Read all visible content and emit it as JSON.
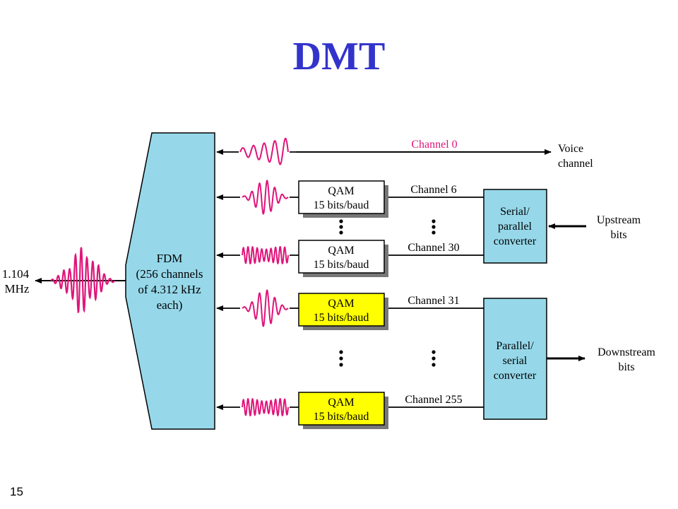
{
  "slide": {
    "title": "DMT",
    "page_number": "15"
  },
  "diagram": {
    "fdm": {
      "lines": [
        "FDM",
        "(256 channels",
        "of 4.312 kHz",
        "each)"
      ]
    },
    "output": {
      "lines": [
        "1.104",
        "MHz"
      ]
    },
    "channels": [
      {
        "name": "Channel 0",
        "color": "#e0147a"
      },
      {
        "name": "Channel 6",
        "qam": [
          "QAM",
          "15 bits/baud"
        ],
        "box_color": "#ffffff"
      },
      {
        "name": "Channel 30",
        "qam": [
          "QAM",
          "15 bits/baud"
        ],
        "box_color": "#ffffff"
      },
      {
        "name": "Channel 31",
        "qam": [
          "QAM",
          "15 bits/baud"
        ],
        "box_color": "#ffff00"
      },
      {
        "name": "Channel 255",
        "qam": [
          "QAM",
          "15 bits/baud"
        ],
        "box_color": "#ffff00"
      }
    ],
    "voice": {
      "lines": [
        "Voice",
        "channel"
      ]
    },
    "upstream_converter": {
      "lines": [
        "Serial/",
        "parallel",
        "converter"
      ]
    },
    "downstream_converter": {
      "lines": [
        "Parallel/",
        "serial",
        "converter"
      ]
    },
    "upstream_bits": {
      "lines": [
        "Upstream",
        "bits"
      ]
    },
    "downstream_bits": {
      "lines": [
        "Downstream",
        "bits"
      ]
    },
    "colors": {
      "box_fill": "#96d8ea",
      "signal": "#e0147a",
      "title": "#3333cc"
    }
  }
}
